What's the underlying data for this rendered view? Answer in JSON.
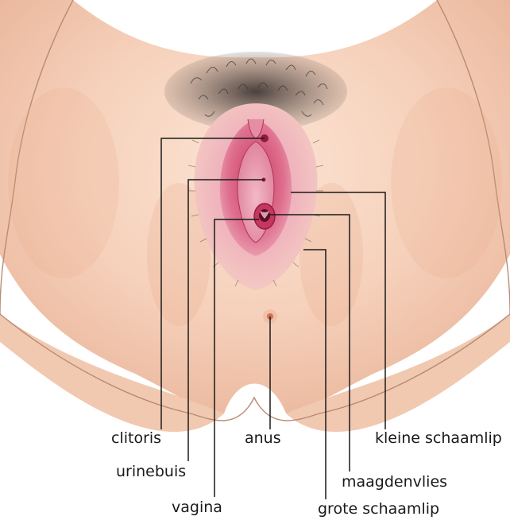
{
  "labels": {
    "clitoris": "clitoris",
    "urinebuis": "urinebuis",
    "vagina": "vagina",
    "anus": "anus",
    "kleine_schaamlip": "kleine schaamlip",
    "maagdenvlies": "maagdenvlies",
    "grote_schaamlip": "grote schaamlip"
  },
  "colors": {
    "skin_light": "#fbe4d3",
    "skin_mid": "#f3c2a6",
    "skin_shadow": "#e9a486",
    "outline": "#b98b73",
    "hair": "#3a3330",
    "tissue_outer": "#e9aab8",
    "tissue_mid": "#d9607f",
    "tissue_inner": "#c6365f",
    "tissue_deep": "#8e1c3f",
    "leader_line": "#1a1a1a"
  }
}
